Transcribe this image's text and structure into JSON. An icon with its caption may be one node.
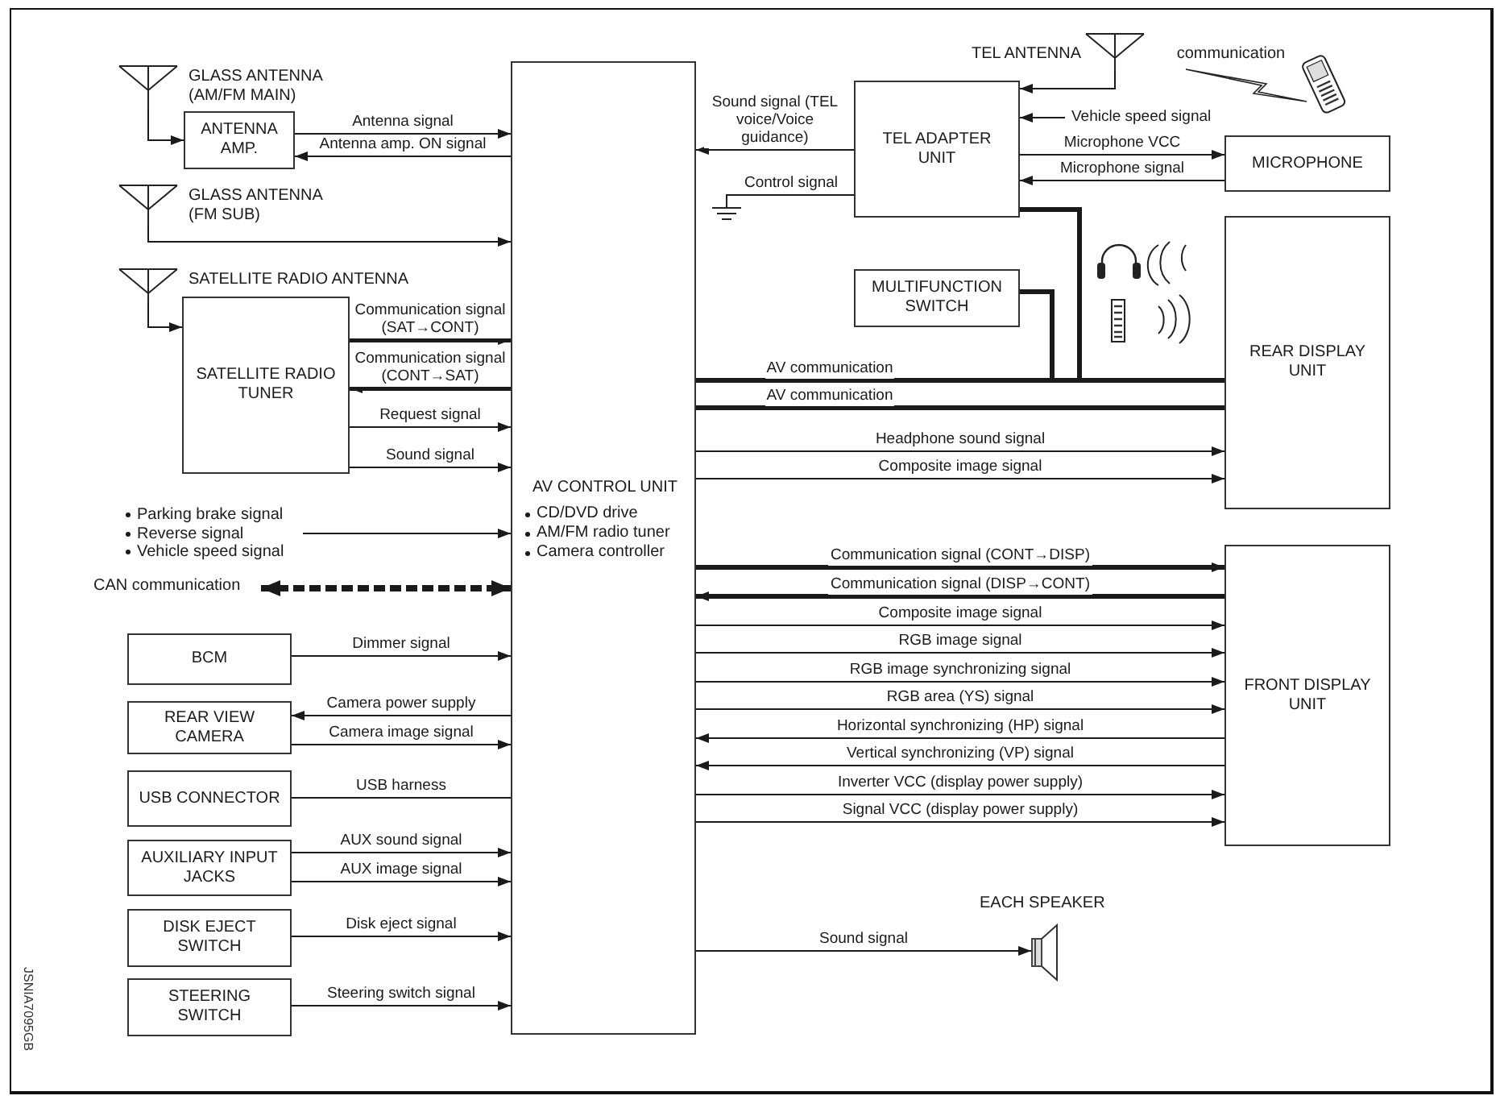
{
  "diagram": {
    "nodes": [
      {
        "text": [
          "AV CONTROL UNIT",
          "CD/DVD drive",
          "AM/FM radio tuner",
          "Camera controller"
        ]
      },
      {
        "text": [
          "GLASS ANTENNA (AM/FM MAIN)"
        ]
      },
      {
        "text": [
          "ANTENNA AMP."
        ]
      },
      {
        "text": [
          "GLASS ANTENNA (FM SUB)"
        ]
      },
      {
        "text": [
          "SATELLITE RADIO ANTENNA"
        ]
      },
      {
        "text": [
          "SATELLITE RADIO TUNER"
        ]
      },
      {
        "text": [
          "Parking brake signal",
          "Reverse signal",
          "Vehicle speed signal"
        ]
      },
      {
        "text": [
          "CAN communication"
        ]
      },
      {
        "text": [
          "BCM"
        ]
      },
      {
        "text": [
          "REAR VIEW CAMERA"
        ]
      },
      {
        "text": [
          "USB CONNECTOR"
        ]
      },
      {
        "text": [
          "AUXILIARY INPUT JACKS"
        ]
      },
      {
        "text": [
          "DISK EJECT SWITCH"
        ]
      },
      {
        "text": [
          "STEERING SWITCH"
        ]
      },
      {
        "text": [
          "TEL ANTENNA"
        ]
      },
      {
        "text": [
          "TEL ADAPTER UNIT"
        ]
      },
      {
        "text": [],
        "shape": "ground"
      },
      {
        "text": [
          "MICROPHONE"
        ]
      },
      {
        "text": [
          "MULTIFUNCTION SWITCH"
        ]
      },
      {
        "text": [
          "REAR DISPLAY UNIT"
        ]
      },
      {
        "text": [
          "FRONT DISPLAY UNIT"
        ]
      },
      {
        "text": [
          "EACH SPEAKER"
        ]
      }
    ],
    "edges": [
      {
        "from": 1,
        "to": 2,
        "arrow": "to"
      },
      {
        "from": 2,
        "to": 0,
        "arrow": "to",
        "label": "Antenna signal"
      },
      {
        "from": 0,
        "to": 2,
        "arrow": "to",
        "label": "Antenna amp. ON signal"
      },
      {
        "from": 3,
        "to": 0,
        "arrow": "to"
      },
      {
        "from": 4,
        "to": 5,
        "arrow": "to"
      },
      {
        "from": 5,
        "to": 0,
        "arrow": "to",
        "label": "Communication signal (SAT→CONT)",
        "style": "thick"
      },
      {
        "from": 0,
        "to": 5,
        "arrow": "to",
        "label": "Communication signal (CONT→SAT)",
        "style": "thick"
      },
      {
        "from": 5,
        "to": 0,
        "arrow": "to",
        "label": "Request signal"
      },
      {
        "from": 5,
        "to": 0,
        "arrow": "to",
        "label": "Sound signal"
      },
      {
        "from": 6,
        "to": 0,
        "arrow": "to"
      },
      {
        "from": 7,
        "to": 0,
        "arrow": "both",
        "style": "dashed"
      },
      {
        "from": 8,
        "to": 0,
        "arrow": "to",
        "label": "Dimmer signal"
      },
      {
        "from": 0,
        "to": 9,
        "arrow": "to",
        "label": "Camera power supply"
      },
      {
        "from": 9,
        "to": 0,
        "arrow": "to",
        "label": "Camera image signal"
      },
      {
        "from": 10,
        "to": 0,
        "arrow": "none",
        "label": "USB harness"
      },
      {
        "from": 11,
        "to": 0,
        "arrow": "to",
        "label": "AUX sound signal"
      },
      {
        "from": 11,
        "to": 0,
        "arrow": "to",
        "label": "AUX image signal"
      },
      {
        "from": 12,
        "to": 0,
        "arrow": "to",
        "label": "Disk eject signal"
      },
      {
        "from": 13,
        "to": 0,
        "arrow": "to",
        "label": "Steering switch signal"
      },
      {
        "from": 14,
        "to": 15,
        "arrow": "to"
      },
      {
        "from": 15,
        "to": 0,
        "arrow": "to",
        "label": "Sound signal (TEL voice/Voice guidance)"
      },
      {
        "from": 15,
        "to": 16,
        "arrow": "none",
        "label": "Control signal"
      },
      {
        "from": null,
        "to": 15,
        "arrow": "to",
        "label": "Vehicle speed signal"
      },
      {
        "from": 15,
        "to": 17,
        "arrow": "to",
        "label": "Microphone VCC"
      },
      {
        "from": 17,
        "to": 15,
        "arrow": "to",
        "label": "Microphone signal"
      },
      {
        "from": 0,
        "to": 19,
        "arrow": "none",
        "label": "AV communication",
        "style": "thick"
      },
      {
        "from": 15,
        "to": 19,
        "arrow": "none",
        "style": "thick"
      },
      {
        "from": 18,
        "to": 19,
        "arrow": "none",
        "style": "thick"
      },
      {
        "from": 0,
        "to": 19,
        "arrow": "none",
        "label": "AV communication",
        "style": "thick"
      },
      {
        "from": 0,
        "to": 19,
        "arrow": "to",
        "label": "Headphone sound signal"
      },
      {
        "from": 0,
        "to": 19,
        "arrow": "to",
        "label": "Composite image signal"
      },
      {
        "from": 0,
        "to": 20,
        "arrow": "to",
        "label": "Communication signal (CONT→DISP)",
        "style": "thick"
      },
      {
        "from": 20,
        "to": 0,
        "arrow": "to",
        "label": "Communication signal (DISP→CONT)",
        "style": "thick"
      },
      {
        "from": 0,
        "to": 20,
        "arrow": "to",
        "label": "Composite image signal"
      },
      {
        "from": 0,
        "to": 20,
        "arrow": "to",
        "label": "RGB image signal"
      },
      {
        "from": 0,
        "to": 20,
        "arrow": "to",
        "label": "RGB image synchronizing signal"
      },
      {
        "from": 0,
        "to": 20,
        "arrow": "to",
        "label": "RGB area (YS) signal"
      },
      {
        "from": 20,
        "to": 0,
        "arrow": "to",
        "label": "Horizontal synchronizing (HP) signal"
      },
      {
        "from": 20,
        "to": 0,
        "arrow": "to",
        "label": "Vertical synchronizing (VP) signal"
      },
      {
        "from": 0,
        "to": 20,
        "arrow": "to",
        "label": "Inverter VCC (display power supply)"
      },
      {
        "from": 0,
        "to": 20,
        "arrow": "to",
        "label": "Signal VCC (display power supply)"
      },
      {
        "from": 0,
        "to": 21,
        "arrow": "to",
        "label": "Sound signal"
      }
    ],
    "labels": [
      "communication",
      "JSNIA7095GB"
    ]
  }
}
